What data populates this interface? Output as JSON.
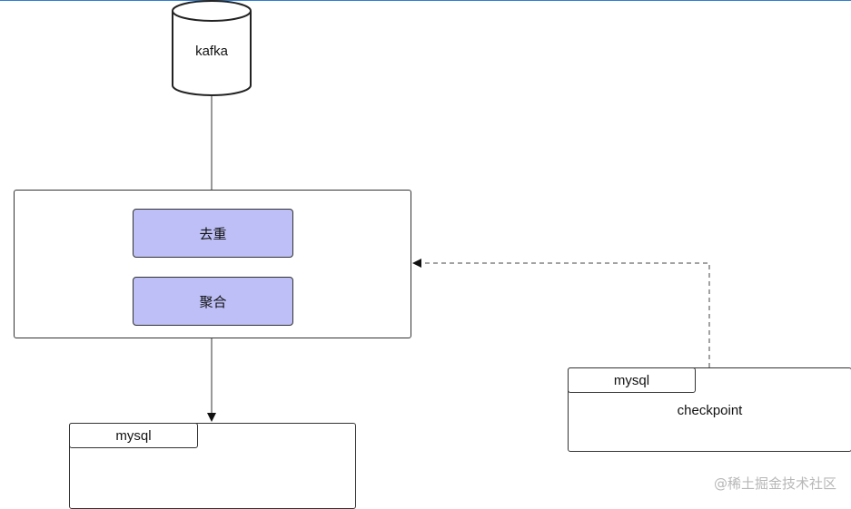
{
  "source": {
    "label": "kafka"
  },
  "processing": {
    "steps": [
      "去重",
      "聚合"
    ]
  },
  "sink": {
    "table_label": "mysql"
  },
  "checkpoint_store": {
    "table_label": "mysql",
    "content": "checkpoint"
  },
  "watermark": "@稀土掘金技术社区",
  "colors": {
    "step_fill": "#bdbff6",
    "stroke": "#333333"
  }
}
